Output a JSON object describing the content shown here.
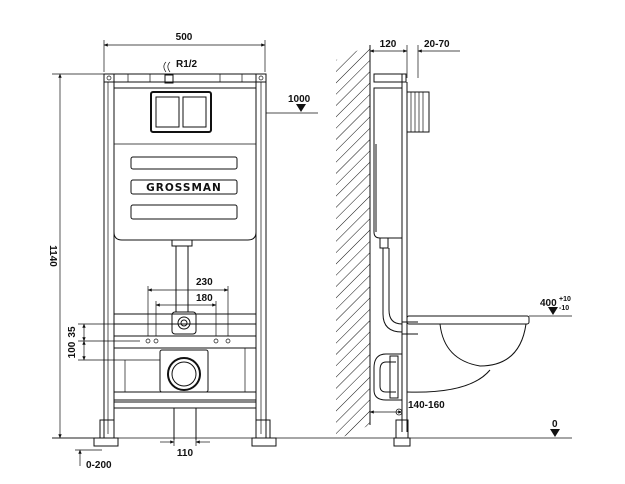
{
  "front_view": {
    "width_dim": "500",
    "height_dim": "1140",
    "inlet_label": "R1/2",
    "button_height_dim": "1000",
    "brand": "GROSSMAN",
    "stud_spacing_outer": "230",
    "stud_spacing_inner": "180",
    "stud_offset_vertical": "35",
    "drain_height_dim": "100",
    "drain_width_dim": "110",
    "foot_adjust_dim": "0-200"
  },
  "side_view": {
    "frame_depth_dim": "120",
    "wall_adjust_dim": "20-70",
    "bowl_height_dim": "400",
    "bowl_height_tolerance_plus": "+10",
    "bowl_height_tolerance_minus": "-10",
    "outlet_offset_dim": "140-160",
    "floor_level_dim": "0"
  },
  "colors": {
    "line": "#111111",
    "background": "#ffffff"
  }
}
